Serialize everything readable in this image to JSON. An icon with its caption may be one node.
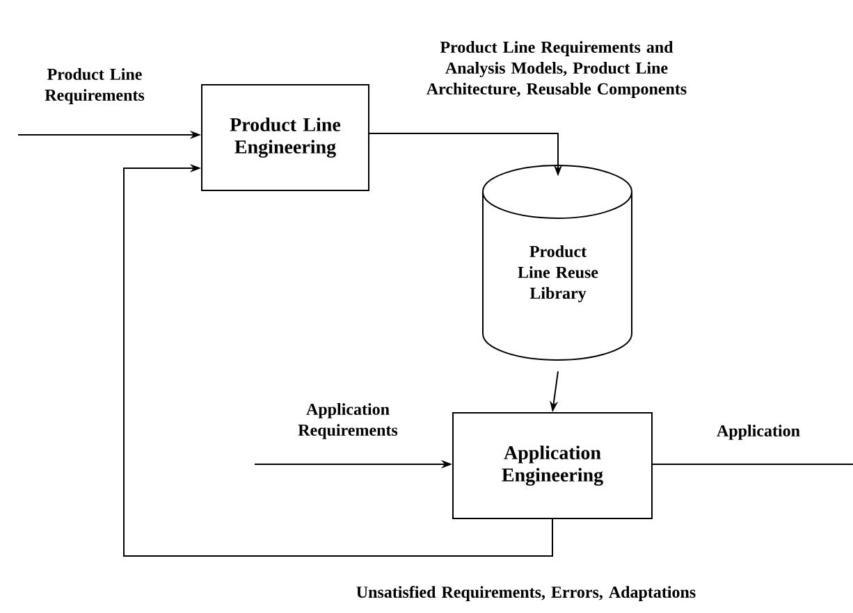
{
  "diagram": {
    "nodes": [
      {
        "text": [
          "Product Line Engineering"
        ]
      },
      {
        "text": [
          "Product Line Reuse Library"
        ]
      },
      {
        "text": [
          "Application Engineering"
        ]
      }
    ],
    "edges": [
      {
        "from": null,
        "to": 0,
        "arrow": "to",
        "label": "Product Line Requirements"
      },
      {
        "from": 0,
        "to": 1,
        "arrow": "to",
        "label": "Product Line Requirements and Analysis Models, Product Line Architecture, Reusable Components"
      },
      {
        "from": 1,
        "to": 2,
        "arrow": "to"
      },
      {
        "from": null,
        "to": 2,
        "arrow": "to",
        "label": "Application Requirements"
      },
      {
        "from": 2,
        "to": null,
        "arrow": "none",
        "label": "Application"
      },
      {
        "from": 2,
        "to": 0,
        "arrow": "to",
        "label": "Unsatisfied Requirements, Errors, Adaptations"
      }
    ]
  }
}
